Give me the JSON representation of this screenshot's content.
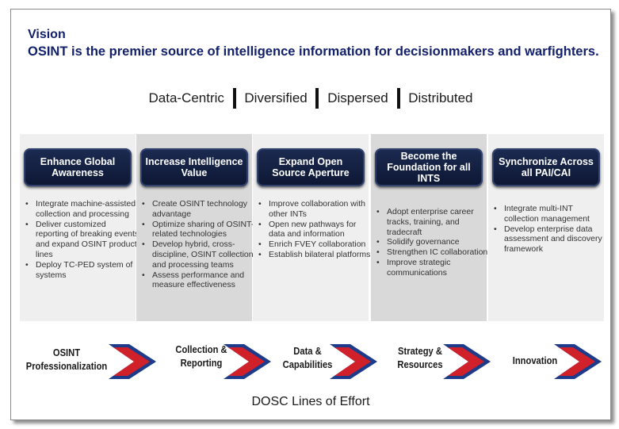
{
  "vision": {
    "heading": "Vision",
    "statement": "OSINT is the premier source of intelligence information for decisionmakers and warfighters."
  },
  "attributes": [
    "Data-Centric",
    "Diversified",
    "Dispersed",
    "Distributed"
  ],
  "colors": {
    "navy_text": "#13206b",
    "pill_dark": "#0d1733",
    "chevron_red": "#d0202a",
    "chevron_blue": "#1e3a8a",
    "column_grey": "#d9d9d9",
    "column_light": "#efefef"
  },
  "goals": [
    {
      "title": "Enhance Global Awareness",
      "bullets": [
        "Integrate machine-assisted collection and processing",
        "Deliver customized reporting of breaking events and expand OSINT product lines",
        "Deploy TC-PED system of systems"
      ]
    },
    {
      "title": "Increase Intelligence Value",
      "bullets": [
        "Create OSINT technology advantage",
        "Optimize sharing of OSINT-related technologies",
        "Develop hybrid, cross-discipline, OSINT collection and processing teams",
        "Assess performance and measure effectiveness"
      ]
    },
    {
      "title": "Expand Open Source Aperture",
      "bullets": [
        "Improve collaboration with other INTs",
        "Open new pathways for data and information",
        "Enrich FVEY collaboration",
        "Establish bilateral platforms"
      ]
    },
    {
      "title": "Become the Foundation for all INTS",
      "bullets": [
        "Adopt enterprise career tracks, training, and tradecraft",
        "Solidify governance",
        "Strengthen IC collaboration",
        "Improve strategic communications"
      ]
    },
    {
      "title": "Synchronize Across all PAI/CAI",
      "bullets": [
        "Integrate multi-INT collection management",
        "Develop enterprise data assessment and discovery framework"
      ]
    }
  ],
  "lines_of_effort": {
    "title": "DOSC Lines of Effort",
    "items": [
      {
        "line1": "OSINT",
        "line2": "Professionalization"
      },
      {
        "line1": "Collection &",
        "line2": "Reporting"
      },
      {
        "line1": "Data &",
        "line2": "Capabilities"
      },
      {
        "line1": "Strategy &",
        "line2": "Resources"
      },
      {
        "line1": "Innovation",
        "line2": ""
      }
    ]
  }
}
